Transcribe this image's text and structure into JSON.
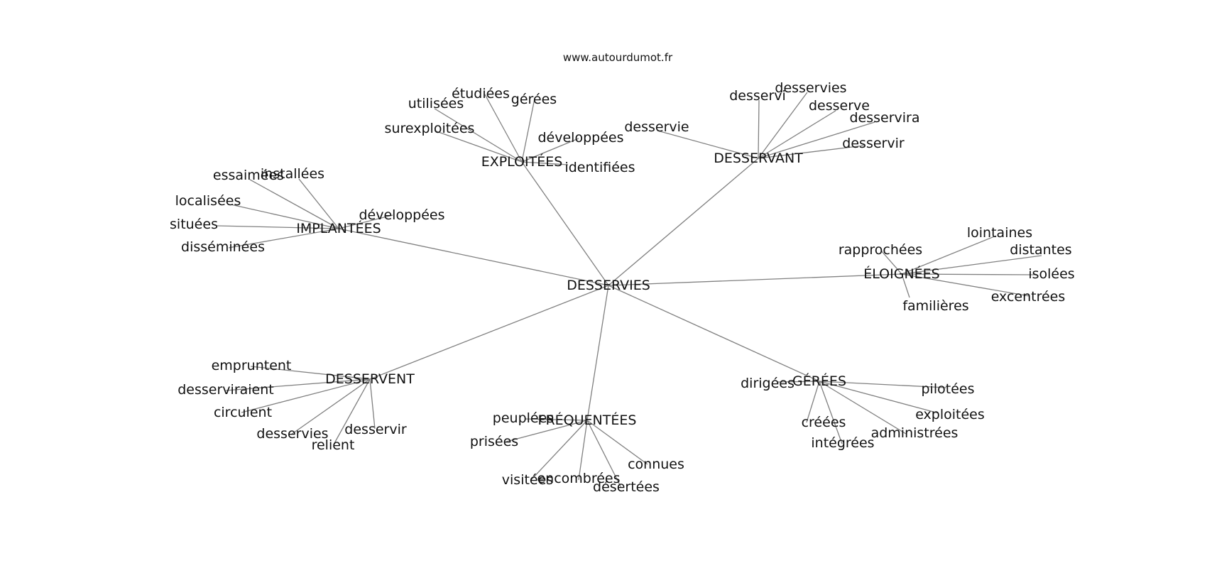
{
  "source_text": "www.autourdumot.fr",
  "center": {
    "word": "DESSERVIES"
  },
  "hubs": [
    {
      "word": "EXPLOITÉES",
      "leaves": [
        "utilisées",
        "étudiées",
        "gérées",
        "surexploitées",
        "développées",
        "identifiées"
      ]
    },
    {
      "word": "DESSERVANT",
      "leaves": [
        "desservie",
        "desservi",
        "desservies",
        "desserve",
        "desservira",
        "desservir"
      ]
    },
    {
      "word": "IMPLANTÉES",
      "leaves": [
        "essaimées",
        "installées",
        "localisées",
        "situées",
        "disséminées",
        "développées"
      ]
    },
    {
      "word": "ÉLOIGNÉES",
      "leaves": [
        "lointaines",
        "rapprochées",
        "distantes",
        "isolées",
        "excentrées",
        "familières"
      ]
    },
    {
      "word": "DESSERVENT",
      "leaves": [
        "empruntent",
        "desserviraient",
        "circulent",
        "desservies",
        "desservir",
        "relient"
      ]
    },
    {
      "word": "FRÉQUENTÉES",
      "leaves": [
        "peuplées",
        "prisées",
        "visitées",
        "encombrées",
        "désertées",
        "connues"
      ]
    },
    {
      "word": "GÉRÉES",
      "leaves": [
        "dirigées",
        "pilotées",
        "exploitées",
        "créées",
        "intégrées",
        "administrées"
      ]
    }
  ]
}
